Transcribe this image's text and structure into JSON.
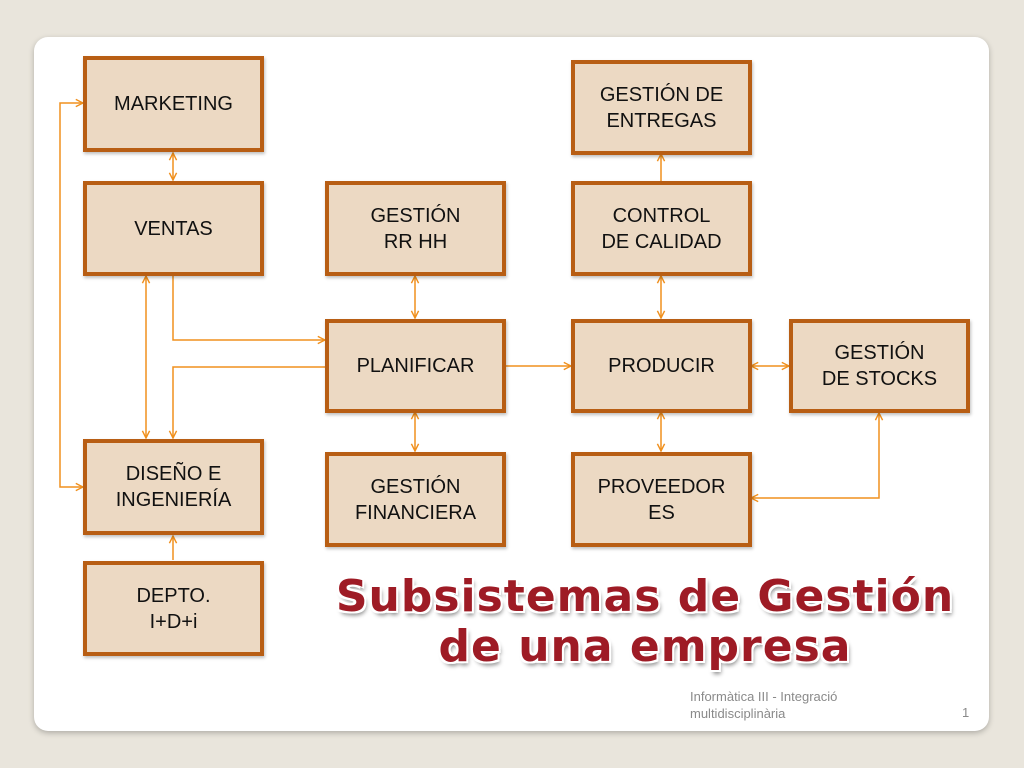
{
  "boxes": {
    "marketing": "MARKETING",
    "ventas": "VENTAS",
    "diseno": "DISEÑO E\nINGENIERÍA",
    "idi": "DEPTO.\nI+D+i",
    "rrhh": "GESTIÓN\nRR HH",
    "planificar": "PLANIFICAR",
    "financiera": "GESTIÓN\nFINANCIERA",
    "entregas": "GESTIÓN DE\nENTREGAS",
    "calidad": "CONTROL\nDE CALIDAD",
    "producir": "PRODUCIR",
    "proveedores": "PROVEEDOR\nES",
    "stocks": "GESTIÓN\nDE STOCKS"
  },
  "title": {
    "line1": "Subsistemas de Gestión",
    "line2": "de una empresa"
  },
  "footer": {
    "text": "Informàtica III - Integració multidisciplinària",
    "page": "1"
  },
  "colors": {
    "box_fill": "#ecd9c3",
    "box_border": "#b85e14",
    "connector": "#f0901e",
    "title": "#9e1b25"
  }
}
